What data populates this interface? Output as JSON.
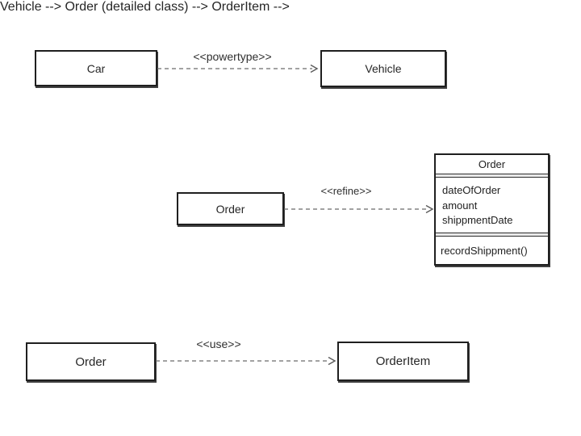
{
  "diagram": {
    "background": "#ffffff",
    "colors": {
      "box_border": "#1f1f1f",
      "text": "#262626",
      "dashed_line": "#6b6b6b"
    },
    "boxes": {
      "car": {
        "label": "Car"
      },
      "vehicle": {
        "label": "Vehicle"
      },
      "order_mid": {
        "label": "Order"
      },
      "order_bottom": {
        "label": "Order"
      },
      "order_item": {
        "label": "OrderItem"
      },
      "order_class": {
        "title": "Order",
        "attributes": [
          "dateOfOrder",
          "amount",
          "shippmentDate"
        ],
        "method": "recordShippment()"
      }
    },
    "relations": [
      {
        "from": "Car",
        "to": "Vehicle",
        "stereotype": "<<powertype>>",
        "line_style": "dashed",
        "arrowhead": "open"
      },
      {
        "from": "Order",
        "to": "Order",
        "stereotype": "<<refine>>",
        "line_style": "dashed",
        "arrowhead": "open"
      },
      {
        "from": "Order",
        "to": "OrderItem",
        "stereotype": "<<use>>",
        "line_style": "dashed",
        "arrowhead": "open"
      }
    ]
  }
}
